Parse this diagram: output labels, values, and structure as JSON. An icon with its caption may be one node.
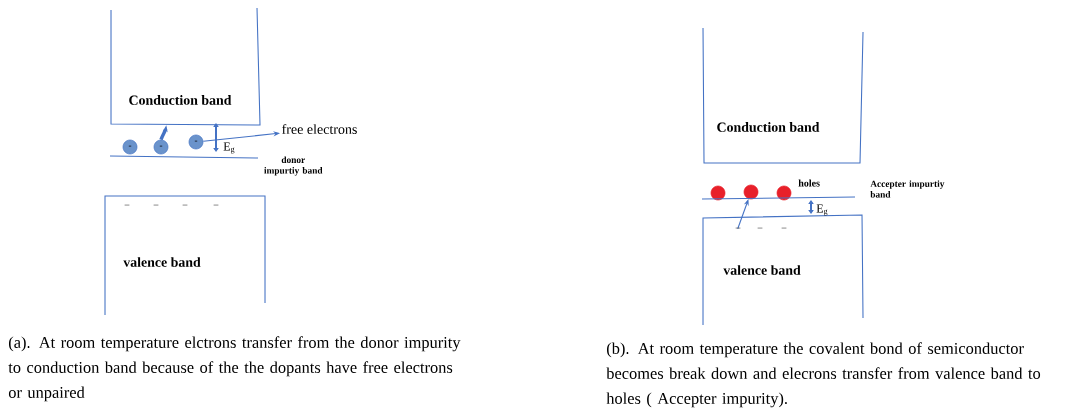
{
  "diagram": {
    "nodes": [
      {
        "text": [
          "Conduction band"
        ]
      },
      {
        "text": [
          "valence band"
        ]
      },
      {
        "text": [
          "-"
        ]
      },
      {
        "text": [
          "-"
        ]
      },
      {
        "text": [
          "-"
        ]
      },
      {
        "text": [
          "free electrons"
        ]
      },
      {
        "text": [
          "Conduction band"
        ]
      },
      {
        "text": [],
        "shape": "circle"
      },
      {
        "text": [],
        "shape": "circle"
      },
      {
        "text": [],
        "shape": "circle"
      },
      {
        "text": [
          "valence band"
        ]
      }
    ],
    "edges": [
      {
        "from": 3,
        "to": 0,
        "arrow": "to",
        "style": "thick"
      },
      {
        "from": 4,
        "to": 5,
        "arrow": "to"
      },
      {
        "from": 10,
        "to": 8,
        "arrow": "to"
      }
    ],
    "labels": [
      "E$_{g}$",
      "donor impurtiy band",
      "–",
      "–",
      "–",
      "–",
      "holes",
      "Accepter impurtiy band",
      "E$_{g}$",
      "–",
      "–",
      "–",
      "(a).  At room temperature elctrons transfer from the donor impurity to conduction band because of the the dopants have free electrons or unpaired",
      "(b). At room temperature the covalent bond of semiconductor becomes break down and elecrons transfer from  valence band to holes ( Accepter impurity)."
    ]
  }
}
